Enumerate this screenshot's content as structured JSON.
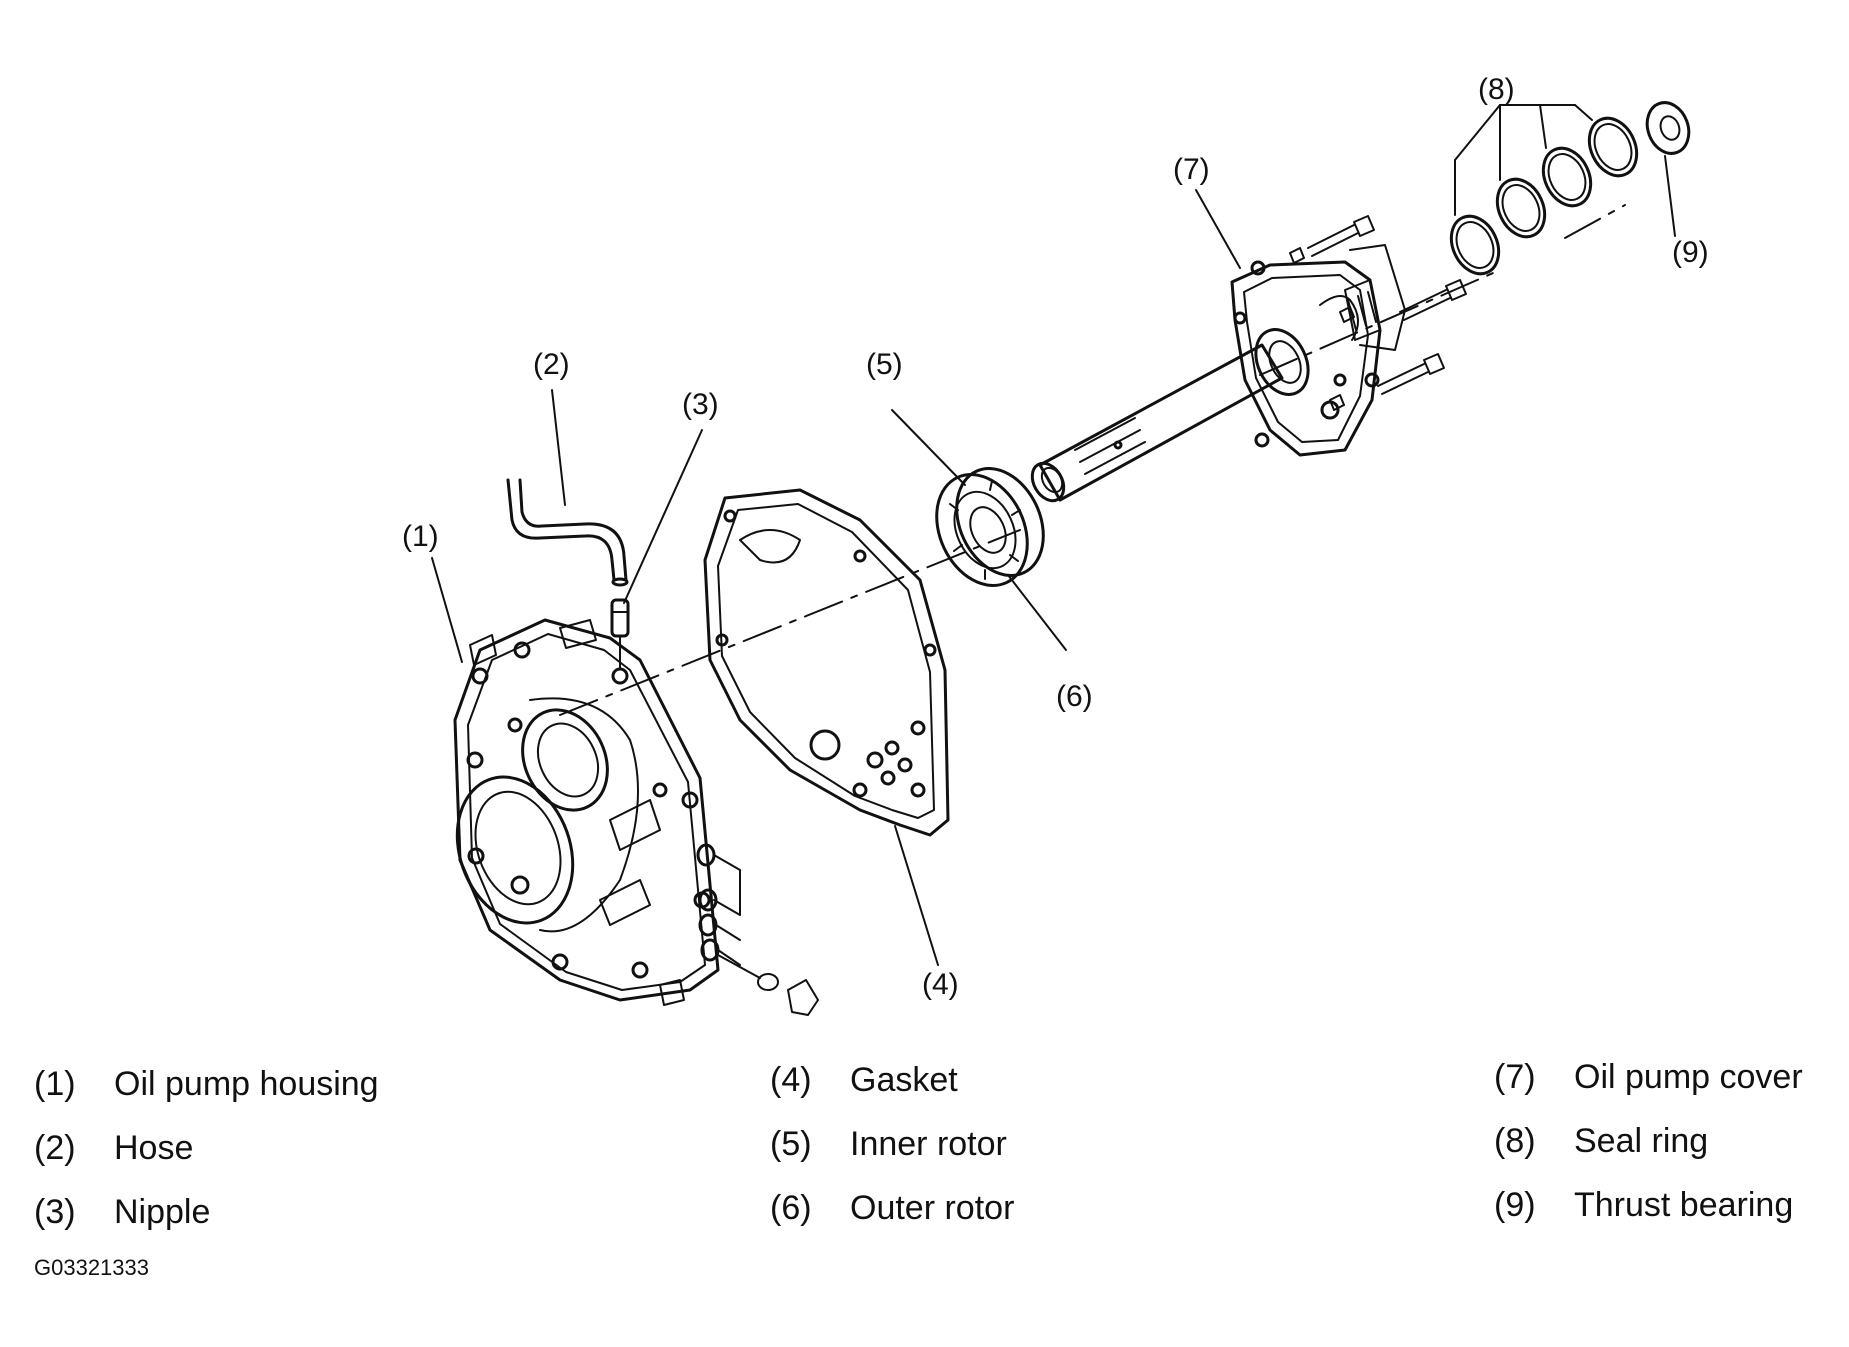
{
  "callouts": [
    "(1)",
    "(2)",
    "(3)",
    "(4)",
    "(5)",
    "(6)",
    "(7)",
    "(8)",
    "(9)"
  ],
  "legend": [
    {
      "num": "(1)",
      "label": "Oil pump housing"
    },
    {
      "num": "(2)",
      "label": "Hose"
    },
    {
      "num": "(3)",
      "label": "Nipple"
    },
    {
      "num": "(4)",
      "label": "Gasket"
    },
    {
      "num": "(5)",
      "label": "Inner rotor"
    },
    {
      "num": "(6)",
      "label": "Outer rotor"
    },
    {
      "num": "(7)",
      "label": "Oil pump cover"
    },
    {
      "num": "(8)",
      "label": "Seal ring"
    },
    {
      "num": "(9)",
      "label": "Thrust bearing"
    }
  ],
  "figure_id": "G03321333",
  "colors": {
    "ink": "#111111",
    "background": "#ffffff"
  }
}
